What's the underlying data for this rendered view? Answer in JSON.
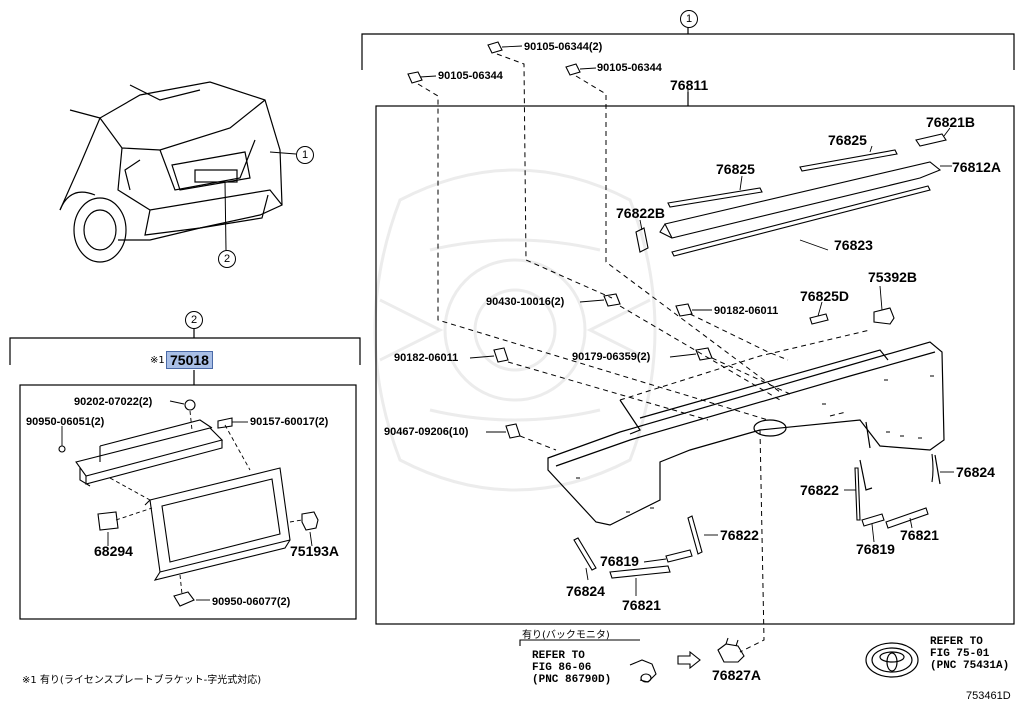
{
  "callouts": {
    "one": "1",
    "two": "2"
  },
  "left_panel": {
    "bracket_title_prefix": "※1",
    "assembly_part": "75018",
    "parts": {
      "nut": "90202-07022(2)",
      "clip_a": "90950-06051(2)",
      "screw": "90157-60017(2)",
      "pad": "68294",
      "lamp": "75193A",
      "clip_b": "90950-06077(2)"
    }
  },
  "right_panel": {
    "assembly_part": "76811",
    "parts": {
      "bolt_top": "90105-06344(2)",
      "bolt_left": "90105-06344",
      "bolt_right": "90105-06344",
      "p76821B": "76821B",
      "p76825_right": "76825",
      "p76825_left": "76825",
      "p76812A": "76812A",
      "p76822B": "76822B",
      "p76823": "76823",
      "p75392B": "75392B",
      "p76825D": "76825D",
      "nut_90430": "90430-10016(2)",
      "nut_90182_right": "90182-06011",
      "nut_90182_left": "90182-06011",
      "nut_90179": "90179-06359(2)",
      "clip_90467": "90467-09206(10)",
      "p76824_right": "76824",
      "p76822_right": "76822",
      "p76819_right": "76819",
      "p76821_right": "76821",
      "p76822_bottom": "76822",
      "p76819_bottom": "76819",
      "p76824_bottom": "76824",
      "p76821_bottom": "76821"
    }
  },
  "bottom": {
    "camera_note": "有り(バックモニタ)",
    "refer_camera": "REFER TO\nFIG 86-06\n(PNC 86790D)",
    "p76827A": "76827A",
    "refer_emblem": "REFER TO\nFIG 75-01\n(PNC 75431A)",
    "footnote": "※1 有り(ライセンスプレートブラケット-字光式対応)",
    "figure_id": "753461D"
  },
  "colors": {
    "highlight": "#a9bfe6",
    "line": "#000000",
    "watermark": "#ececec"
  }
}
